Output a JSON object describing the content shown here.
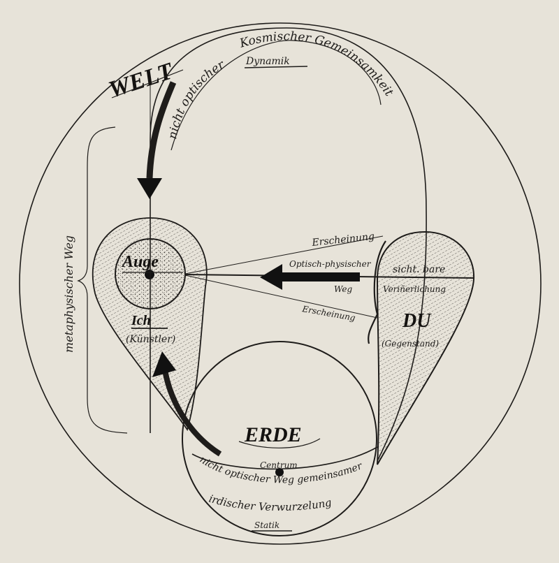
{
  "labels": {
    "welt": "WELT",
    "cosmic_path_a": "nicht optischer Weg",
    "cosmic_path_b": "Kosmischer Gemeinsamkeit",
    "dynamik": "Dynamik",
    "metaphysical": "metaphysischer Weg",
    "auge": "Auge",
    "ich": "Ich",
    "kuenstler": "(Künstler)",
    "erscheinung_top": "Erscheinung",
    "erscheinung_bottom": "Erscheinung",
    "optical_a": "Optisch-physischer",
    "optical_b": "Weg",
    "sichtbare": "sicht. bare",
    "verinnerlichung": "Veriñerlichung",
    "du": "DU",
    "gegenstand": "(Gegenstand)",
    "erde": "ERDE",
    "centrum": "Centrum",
    "earth_path_a": "nicht optischer Weg gemeinsamer",
    "earth_path_b": "irdischer Verwurzelung",
    "statik": "Statik"
  },
  "colors": {
    "paper": "#e7e3d9",
    "ink": "#1e1c1a"
  }
}
